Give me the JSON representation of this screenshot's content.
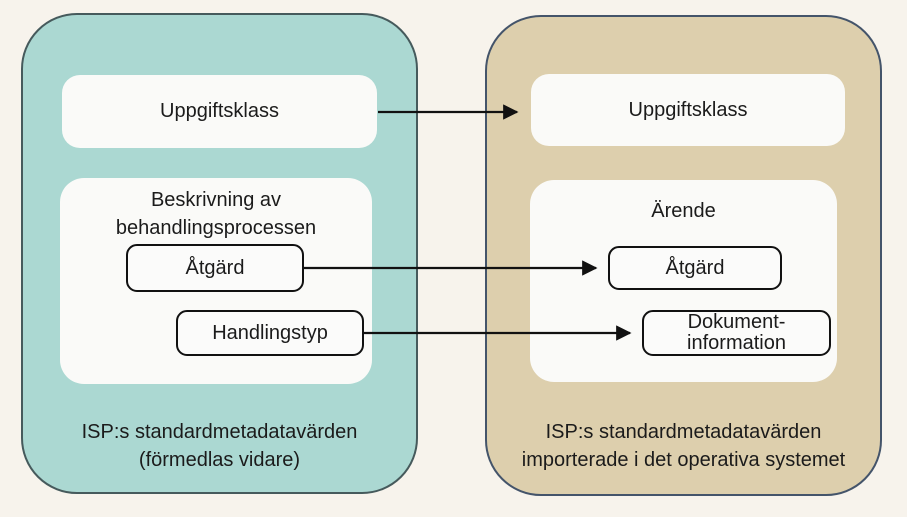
{
  "left_panel": {
    "uppgiftsklass": "Uppgiftsklass",
    "process_title_line1": "Beskrivning av",
    "process_title_line2": "behandlingsprocessen",
    "atgard": "Åtgärd",
    "handlingstyp": "Handlingstyp",
    "caption_line1": "ISP:s standardmetadatavärden",
    "caption_line2": "(förmedlas vidare)",
    "fill_color": "#abd8d2",
    "border_color": "#465a5c"
  },
  "right_panel": {
    "uppgiftsklass": "Uppgiftsklass",
    "arende_title": "Ärende",
    "atgard": "Åtgärd",
    "dokument_line1": "Dokument-",
    "dokument_line2": "information",
    "caption_line1": "ISP:s standardmetadatavärden",
    "caption_line2": "importerade i det operativa systemet",
    "fill_color": "#ddcfad",
    "border_color": "#44546a"
  },
  "colors": {
    "background": "#f7f3ec",
    "box_fill": "#fafaf8",
    "arrow": "#111111"
  }
}
